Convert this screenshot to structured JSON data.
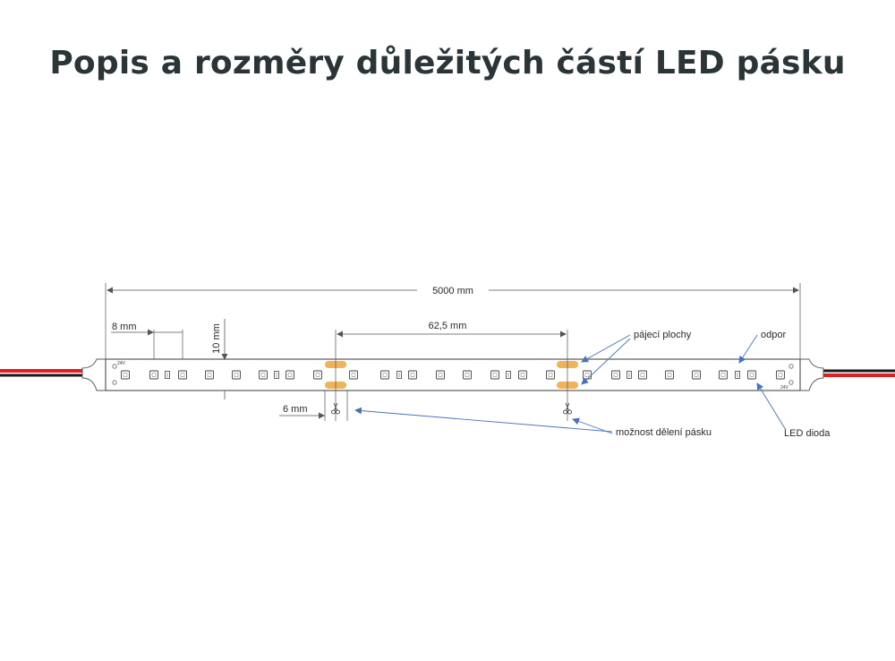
{
  "title": "Popis a rozměry důležitých částí LED pásku",
  "labels": {
    "total_length": "5000 mm",
    "led_spacing": "8 mm",
    "strip_width": "10 mm",
    "segment_length": "62,5 mm",
    "cut_width": "6 mm",
    "solder_pads": "pájecí plochy",
    "resistor": "odpor",
    "cut_option": "možnost dělení pásku",
    "led_diode": "LED dioda",
    "voltage_mark_left": "24V",
    "voltage_mark_right": "24V"
  },
  "colors": {
    "strip_outline": "#5a5a5a",
    "pad": "#f0b35a",
    "wire_red": "#e02020",
    "wire_black": "#1a1a1a",
    "arrow": "#4a72b8",
    "dimension": "#555555",
    "title": "#2b3537"
  },
  "icons": [
    "scissors-icon"
  ]
}
